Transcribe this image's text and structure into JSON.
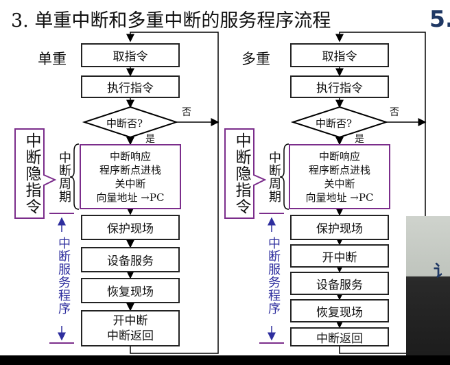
{
  "slide": {
    "title": "3. 单重中断和多重中断的服务程序流程",
    "side_number": "5."
  },
  "left_flow": {
    "label": "单重",
    "fetch": "取指令",
    "execute": "执行指令",
    "decision": "中断否?",
    "no": "否",
    "yes": "是",
    "response": [
      "中断响应",
      "程序断点进栈",
      "关中断",
      "向量地址 →PC"
    ],
    "callout": "中断隐指令",
    "period": "中断周期",
    "service_label": "中断服务程序",
    "steps": [
      "保护现场",
      "设备服务",
      "恢复现场"
    ],
    "last": [
      "开中断",
      "中断返回"
    ]
  },
  "right_flow": {
    "label": "多重",
    "fetch": "取指令",
    "execute": "执行指令",
    "decision": "中断否?",
    "no": "否",
    "yes": "是",
    "response": [
      "中断响应",
      "程序断点进栈",
      "关中断",
      "向量地址 →PC"
    ],
    "callout": "中断隐指令",
    "period": "中断周期",
    "service_label": "中断服务程序",
    "steps": [
      "保护现场",
      "开中断",
      "设备服务",
      "恢复现场",
      "中断返回"
    ]
  },
  "photo": {
    "sign_text": "讠"
  },
  "colors": {
    "purple_border": "#7b2d8b",
    "service_blue": "#2e2e9e",
    "box_border": "#222222",
    "line": "#000000"
  }
}
